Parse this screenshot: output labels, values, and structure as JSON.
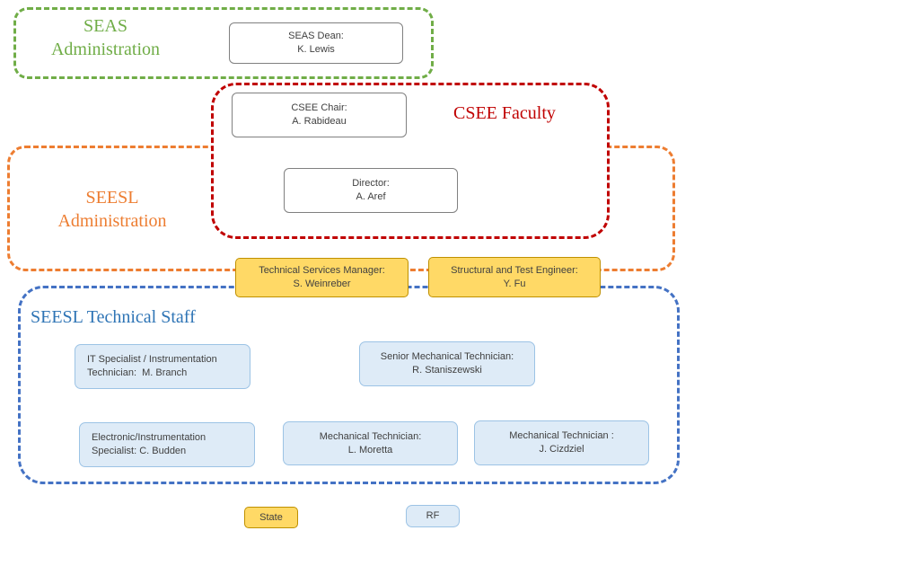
{
  "groups": {
    "seas_admin": {
      "line1": "SEAS",
      "line2": "Administration",
      "color": "#70AD47"
    },
    "csee_faculty": {
      "label": "CSEE Faculty",
      "color": "#C00000"
    },
    "seesl_admin": {
      "line1": "SEESL",
      "line2": "Administration",
      "color": "#ED7D31"
    },
    "seesl_tech": {
      "label": "SEESL Technical Staff",
      "color": "#2E74B5"
    }
  },
  "nodes": {
    "seas_dean": {
      "line1": "SEAS Dean:",
      "line2": "K. Lewis"
    },
    "csee_chair": {
      "line1": "CSEE Chair:",
      "line2": "A. Rabideau"
    },
    "director": {
      "line1": "Director:",
      "line2": "A. Aref"
    },
    "technical_services_manager": {
      "line1": "Technical Services Manager:",
      "line2": "S. Weinreber"
    },
    "structural_test_engineer": {
      "line1": "Structural and Test Engineer:",
      "line2": "Y. Fu"
    },
    "it_specialist": {
      "line1": "IT Specialist / Instrumentation",
      "line2": "Technician:  M. Branch"
    },
    "senior_mechanical_technician": {
      "line1": "Senior Mechanical Technician:",
      "line2": "R. Staniszewski"
    },
    "electronic_instrumentation_specialist": {
      "line1": "Electronic/Instrumentation",
      "line2": "Specialist: C. Budden"
    },
    "mechanical_technician_moretta": {
      "line1": "Mechanical Technician:",
      "line2": "L. Moretta"
    },
    "mechanical_technician_cizdziel": {
      "line1": "Mechanical Technician :",
      "line2": "J. Cizdziel"
    }
  },
  "legend": {
    "state_label": "State",
    "rf_label": "RF",
    "state_color": "#FFD966",
    "rf_color": "#DEEBF7"
  }
}
